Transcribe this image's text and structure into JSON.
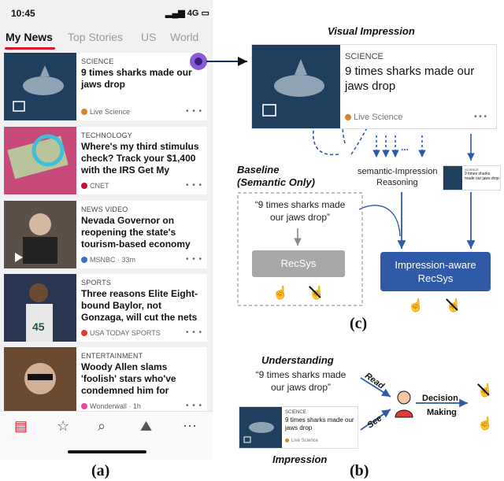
{
  "status_bar": {
    "time": "10:45",
    "network": "4G"
  },
  "tabs": [
    {
      "label": "My News"
    },
    {
      "label": "Top Stories"
    },
    {
      "label": "US"
    },
    {
      "label": "World"
    }
  ],
  "feed": [
    {
      "category": "SCIENCE",
      "headline": "9 times sharks made our jaws drop",
      "source": "Live Science",
      "time": "",
      "thumb": "#1f3f5e",
      "dot": "#d8842a"
    },
    {
      "category": "TECHNOLOGY",
      "headline": "Where's my third stimulus check? Track your $1,400 with the IRS Get My",
      "source": "CNET",
      "time": "",
      "thumb": "#c74a7a",
      "dot": "#c8102e"
    },
    {
      "category": "NEWS VIDEO",
      "headline": "Nevada Governor on reopening the state's tourism-based economy",
      "source": "MSNBC",
      "time": "33m",
      "thumb": "#5a5048",
      "dot": "#3b6ec7"
    },
    {
      "category": "SPORTS",
      "headline": "Three reasons Elite Eight-bound Baylor, not Gonzaga, will cut the nets",
      "source": "USA TODAY SPORTS",
      "time": "",
      "thumb": "#2a3552",
      "dot": "#e23b2e"
    },
    {
      "category": "ENTERTAINMENT",
      "headline": "Woody Allen slams 'foolish' stars who've condemned him for",
      "source": "Wonderwall",
      "time": "1h",
      "thumb": "#6b4a32",
      "dot": "#e24aa0"
    }
  ],
  "diagram": {
    "visual_impression_title": "Visual Impression",
    "enlarged_card": {
      "category": "SCIENCE",
      "headline": "9 times sharks made our jaws drop",
      "source": "Live Science"
    },
    "baseline_label_1": "Baseline",
    "baseline_label_2": "(Semantic Only)",
    "quote_line1": "“9 times sharks made",
    "quote_line2": "our jaws drop”",
    "recsys_label": "RecSys",
    "reasoning_line1": "semantic-Impression",
    "reasoning_line2": "Reasoning",
    "mini_card": {
      "category": "SCIENCE",
      "headline": "9 times sharks made our jaws drop"
    },
    "impression_aware_line1": "Impression-aware",
    "impression_aware_line2": "RecSys",
    "dots": "...",
    "caption_c": "(c)"
  },
  "panel_b": {
    "understanding": "Understanding",
    "quote_line1": "“9 times sharks made",
    "quote_line2": "our jaws drop”",
    "read": "Read",
    "see": "See",
    "decision_line1": "Decision",
    "decision_line2": "Making",
    "impression": "Impression",
    "card": {
      "category": "SCIENCE",
      "headline": "9 times sharks made our jaws drop",
      "source": "Live Science"
    },
    "caption_b": "(b)"
  },
  "caption_a": "(a)"
}
